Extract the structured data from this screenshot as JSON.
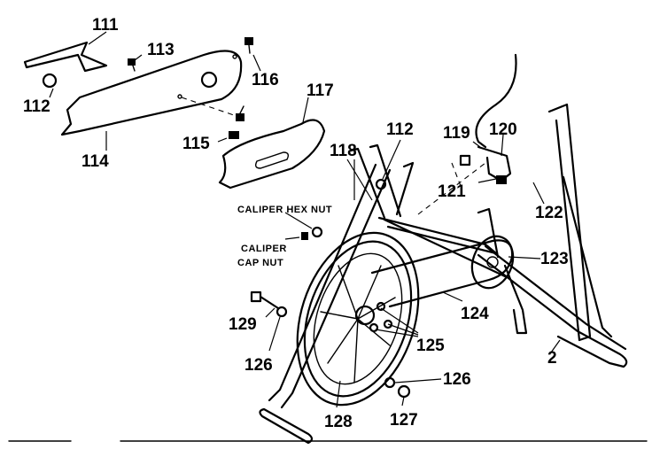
{
  "labels": {
    "p111": "111",
    "p112a": "112",
    "p113": "113",
    "p114": "114",
    "p115": "115",
    "p116": "116",
    "p117": "117",
    "p118": "118",
    "p112b": "112",
    "p119": "119",
    "p120": "120",
    "p121": "121",
    "p122": "122",
    "p123": "123",
    "p124": "124",
    "p125": "125",
    "p126a": "126",
    "p126b": "126",
    "p127": "127",
    "p128": "128",
    "p129": "129",
    "p2": "2",
    "caliper_hex_nut": "CALIPER HEX NUT",
    "caliper_cap_nut_line1": "CALIPER",
    "caliper_cap_nut_line2": "CAP NUT"
  }
}
